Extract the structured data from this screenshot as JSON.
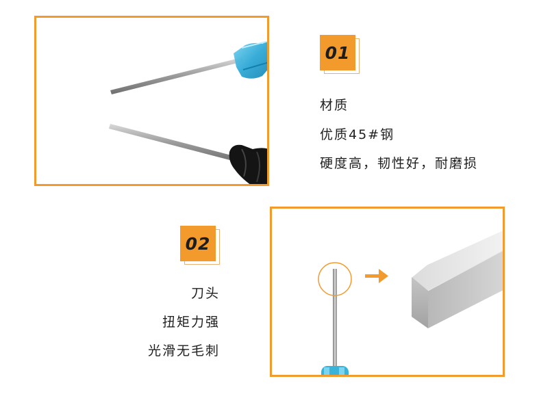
{
  "section1": {
    "number": "01",
    "lines": [
      "材质",
      "优质45#钢",
      "硬度高，韧性好，耐磨损"
    ]
  },
  "section2": {
    "number": "02",
    "lines": [
      "刀头",
      "扭矩力强",
      "光滑无毛刺"
    ]
  },
  "colors": {
    "accent": "#f39a2c",
    "handle_blue": "#3ab3d9",
    "handle_black": "#111111"
  }
}
